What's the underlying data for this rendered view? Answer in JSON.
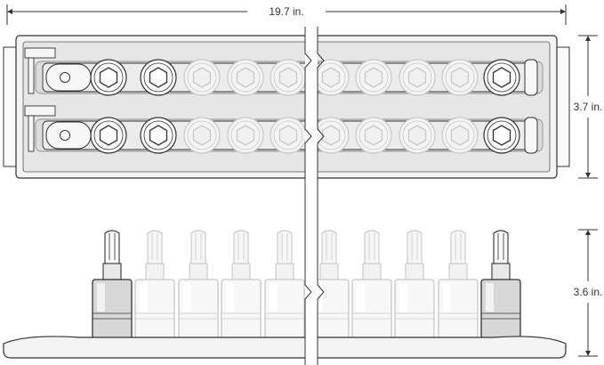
{
  "dimensions": {
    "width_label": "19.7 in.",
    "top_height_label": "3.7 in.",
    "bottom_height_label": "3.6 in."
  },
  "top_view": {
    "rows": 2,
    "sockets_per_row": 10,
    "faded_sockets": [
      2,
      3,
      4,
      5,
      6,
      7,
      8
    ]
  },
  "side_view": {
    "bits": 10,
    "faded_bits": [
      1,
      2,
      3,
      4,
      5,
      6,
      7,
      8
    ]
  },
  "colors": {
    "line": "#333333",
    "tray_fill": "#f0f0f0",
    "tray_inner": "#e4e4e4",
    "faded": "#c8c8c8",
    "socket_dark": "#444444"
  }
}
